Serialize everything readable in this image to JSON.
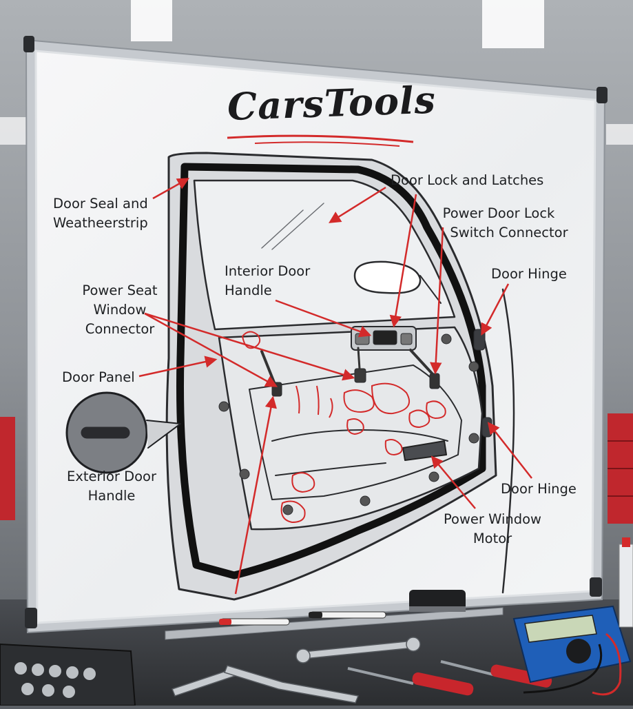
{
  "brand": {
    "title": "CarsTools"
  },
  "labels": {
    "door_seal": {
      "line1": "Door Seal and",
      "line2": "Weatheerstrip"
    },
    "door_lock": {
      "line1": "Door Lock and Latches"
    },
    "power_lock_switch": {
      "line1": "Power Door Lock",
      "line2": "Switch Connector"
    },
    "interior_handle": {
      "line1": "Interior Door",
      "line2": "Handle"
    },
    "door_hinge_upper": {
      "line1": "Door Hinge"
    },
    "power_seat": {
      "line1": "Power Seat",
      "line2": "Window",
      "line3": "Connector"
    },
    "door_panel": {
      "line1": "Door Panel"
    },
    "exterior_handle": {
      "line1": "Exterior Door",
      "line2": "Handle"
    },
    "door_hinge_lower": {
      "line1": "Door Hinge"
    },
    "power_window_motor": {
      "line1": "Power Window",
      "line2": "Motor"
    }
  },
  "colors": {
    "arrow": "#d32a2a",
    "ink": "#1d1f22",
    "whiteboard": "#f2f3f4",
    "frame": "#c3c7cc"
  }
}
